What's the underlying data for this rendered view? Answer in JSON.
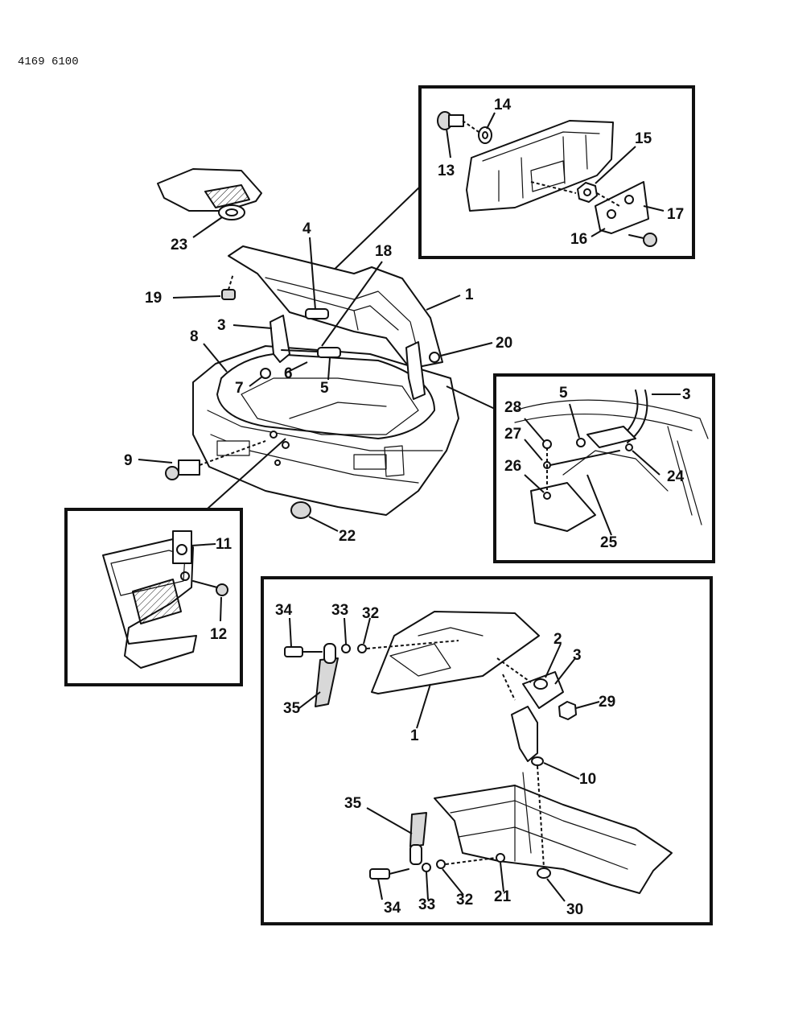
{
  "document_number": "4169 6100",
  "callouts": {
    "c1_main": "1",
    "c3_main": "3",
    "c4": "4",
    "c5_main": "5",
    "c6": "6",
    "c7": "7",
    "c8": "8",
    "c9": "9",
    "c11": "11",
    "c12": "12",
    "c13": "13",
    "c14": "14",
    "c15": "15",
    "c16": "16",
    "c17": "17",
    "c18": "18",
    "c19": "19",
    "c20": "20",
    "c22": "22",
    "c23": "23",
    "c28": "28",
    "c27": "27",
    "c26": "26",
    "c5_detail": "5",
    "c3_detail": "3",
    "c24": "24",
    "c25": "25",
    "c34_top": "34",
    "c33_top": "33",
    "c32_top": "32",
    "c35_top": "35",
    "c1_detail": "1",
    "c2": "2",
    "c3_lower": "3",
    "c29": "29",
    "c10": "10",
    "c35_bottom": "35",
    "c34_bottom": "34",
    "c33_bottom": "33",
    "c32_bottom": "32",
    "c21": "21",
    "c30": "30"
  }
}
